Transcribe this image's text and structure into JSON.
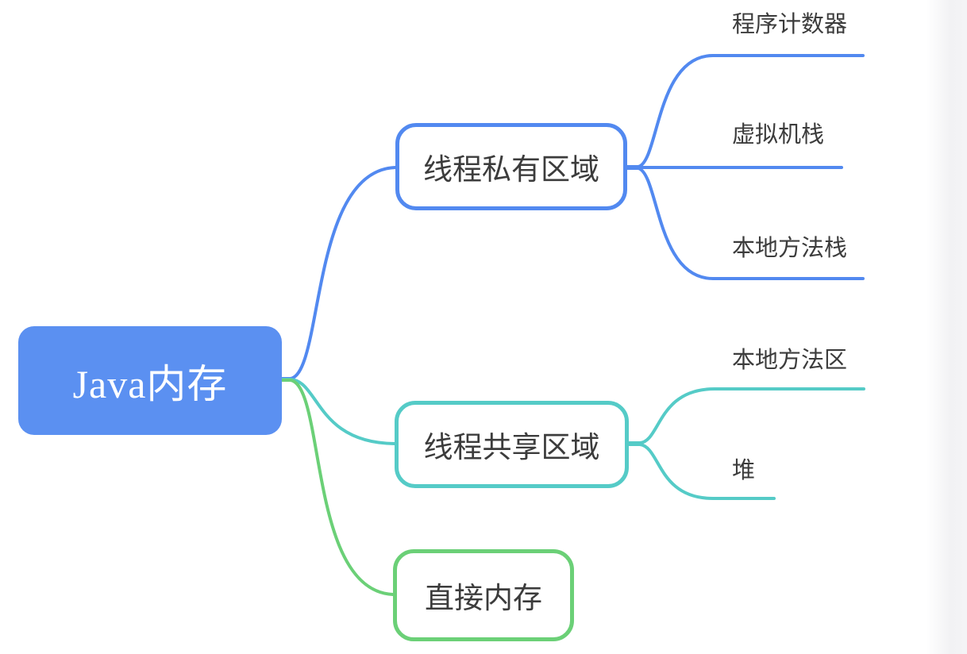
{
  "colors": {
    "blue": "#5289f0",
    "root_fill": "#5b90f1",
    "teal": "#55cbc7",
    "green": "#6bd077",
    "text_dark": "#3c3c3c",
    "root_text": "#ffffff",
    "canvas_bg": "#ffffff",
    "edge_shade": "#f2f2f4"
  },
  "mindmap": {
    "title": "Java内存",
    "root": {
      "label": "Java内存"
    },
    "branches": [
      {
        "label": "线程私有区域",
        "accent": "#5289f0",
        "children": [
          {
            "label": "程序计数器"
          },
          {
            "label": "虚拟机栈"
          },
          {
            "label": "本地方法栈"
          }
        ]
      },
      {
        "label": "线程共享区域",
        "accent": "#55cbc7",
        "children": [
          {
            "label": "本地方法区"
          },
          {
            "label": "堆"
          }
        ]
      },
      {
        "label": "直接内存",
        "accent": "#6bd077",
        "children": []
      }
    ]
  }
}
